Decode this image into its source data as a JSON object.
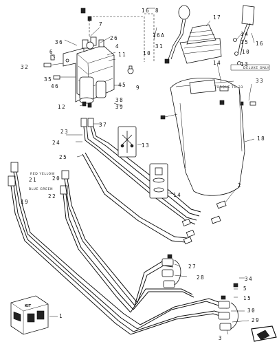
{
  "callouts": [
    {
      "id": "c1",
      "text": "1"
    },
    {
      "id": "c2",
      "text": "2"
    },
    {
      "id": "c3",
      "text": "3"
    },
    {
      "id": "c4",
      "text": "4"
    },
    {
      "id": "c5",
      "text": "5"
    },
    {
      "id": "c6",
      "text": "6"
    },
    {
      "id": "c7",
      "text": "7"
    },
    {
      "id": "c8",
      "text": "8"
    },
    {
      "id": "c9",
      "text": "9"
    },
    {
      "id": "c10",
      "text": "10"
    },
    {
      "id": "c11",
      "text": "11"
    },
    {
      "id": "c12",
      "text": "12"
    },
    {
      "id": "c13a",
      "text": "13"
    },
    {
      "id": "c13b",
      "text": "13"
    },
    {
      "id": "c14a",
      "text": "14"
    },
    {
      "id": "c14b",
      "text": "14"
    },
    {
      "id": "c14c",
      "text": "14"
    },
    {
      "id": "c15",
      "text": "15"
    },
    {
      "id": "c16a",
      "text": "16"
    },
    {
      "id": "c16b",
      "text": "16"
    },
    {
      "id": "c16c",
      "text": "16A"
    },
    {
      "id": "c17",
      "text": "17"
    },
    {
      "id": "c18",
      "text": "18"
    },
    {
      "id": "c19",
      "text": "19"
    },
    {
      "id": "c20",
      "text": "20"
    },
    {
      "id": "c21",
      "text": "21"
    },
    {
      "id": "c22",
      "text": "22"
    },
    {
      "id": "c23",
      "text": "23"
    },
    {
      "id": "c24",
      "text": "24"
    },
    {
      "id": "c25",
      "text": "25"
    },
    {
      "id": "c26",
      "text": "26"
    },
    {
      "id": "c27",
      "text": "27"
    },
    {
      "id": "c28",
      "text": "28"
    },
    {
      "id": "c29",
      "text": "29"
    },
    {
      "id": "c30",
      "text": "30"
    },
    {
      "id": "c31",
      "text": "31"
    },
    {
      "id": "c32",
      "text": "32"
    },
    {
      "id": "c33",
      "text": "33"
    },
    {
      "id": "c34",
      "text": "34"
    },
    {
      "id": "c35",
      "text": "35"
    },
    {
      "id": "c36",
      "text": "36"
    },
    {
      "id": "c37",
      "text": "37"
    },
    {
      "id": "c38",
      "text": "38"
    },
    {
      "id": "c39",
      "text": "39"
    },
    {
      "id": "c45",
      "text": "45"
    },
    {
      "id": "c46",
      "text": "46"
    }
  ],
  "notes": {
    "deluxe_only": "DELUXE ONLY",
    "torque_note": "TORQUE TO 33",
    "red_yellow": "RED  YELLOW",
    "blue_green": "BLUE  GREEN",
    "kit_label": "KIT"
  }
}
